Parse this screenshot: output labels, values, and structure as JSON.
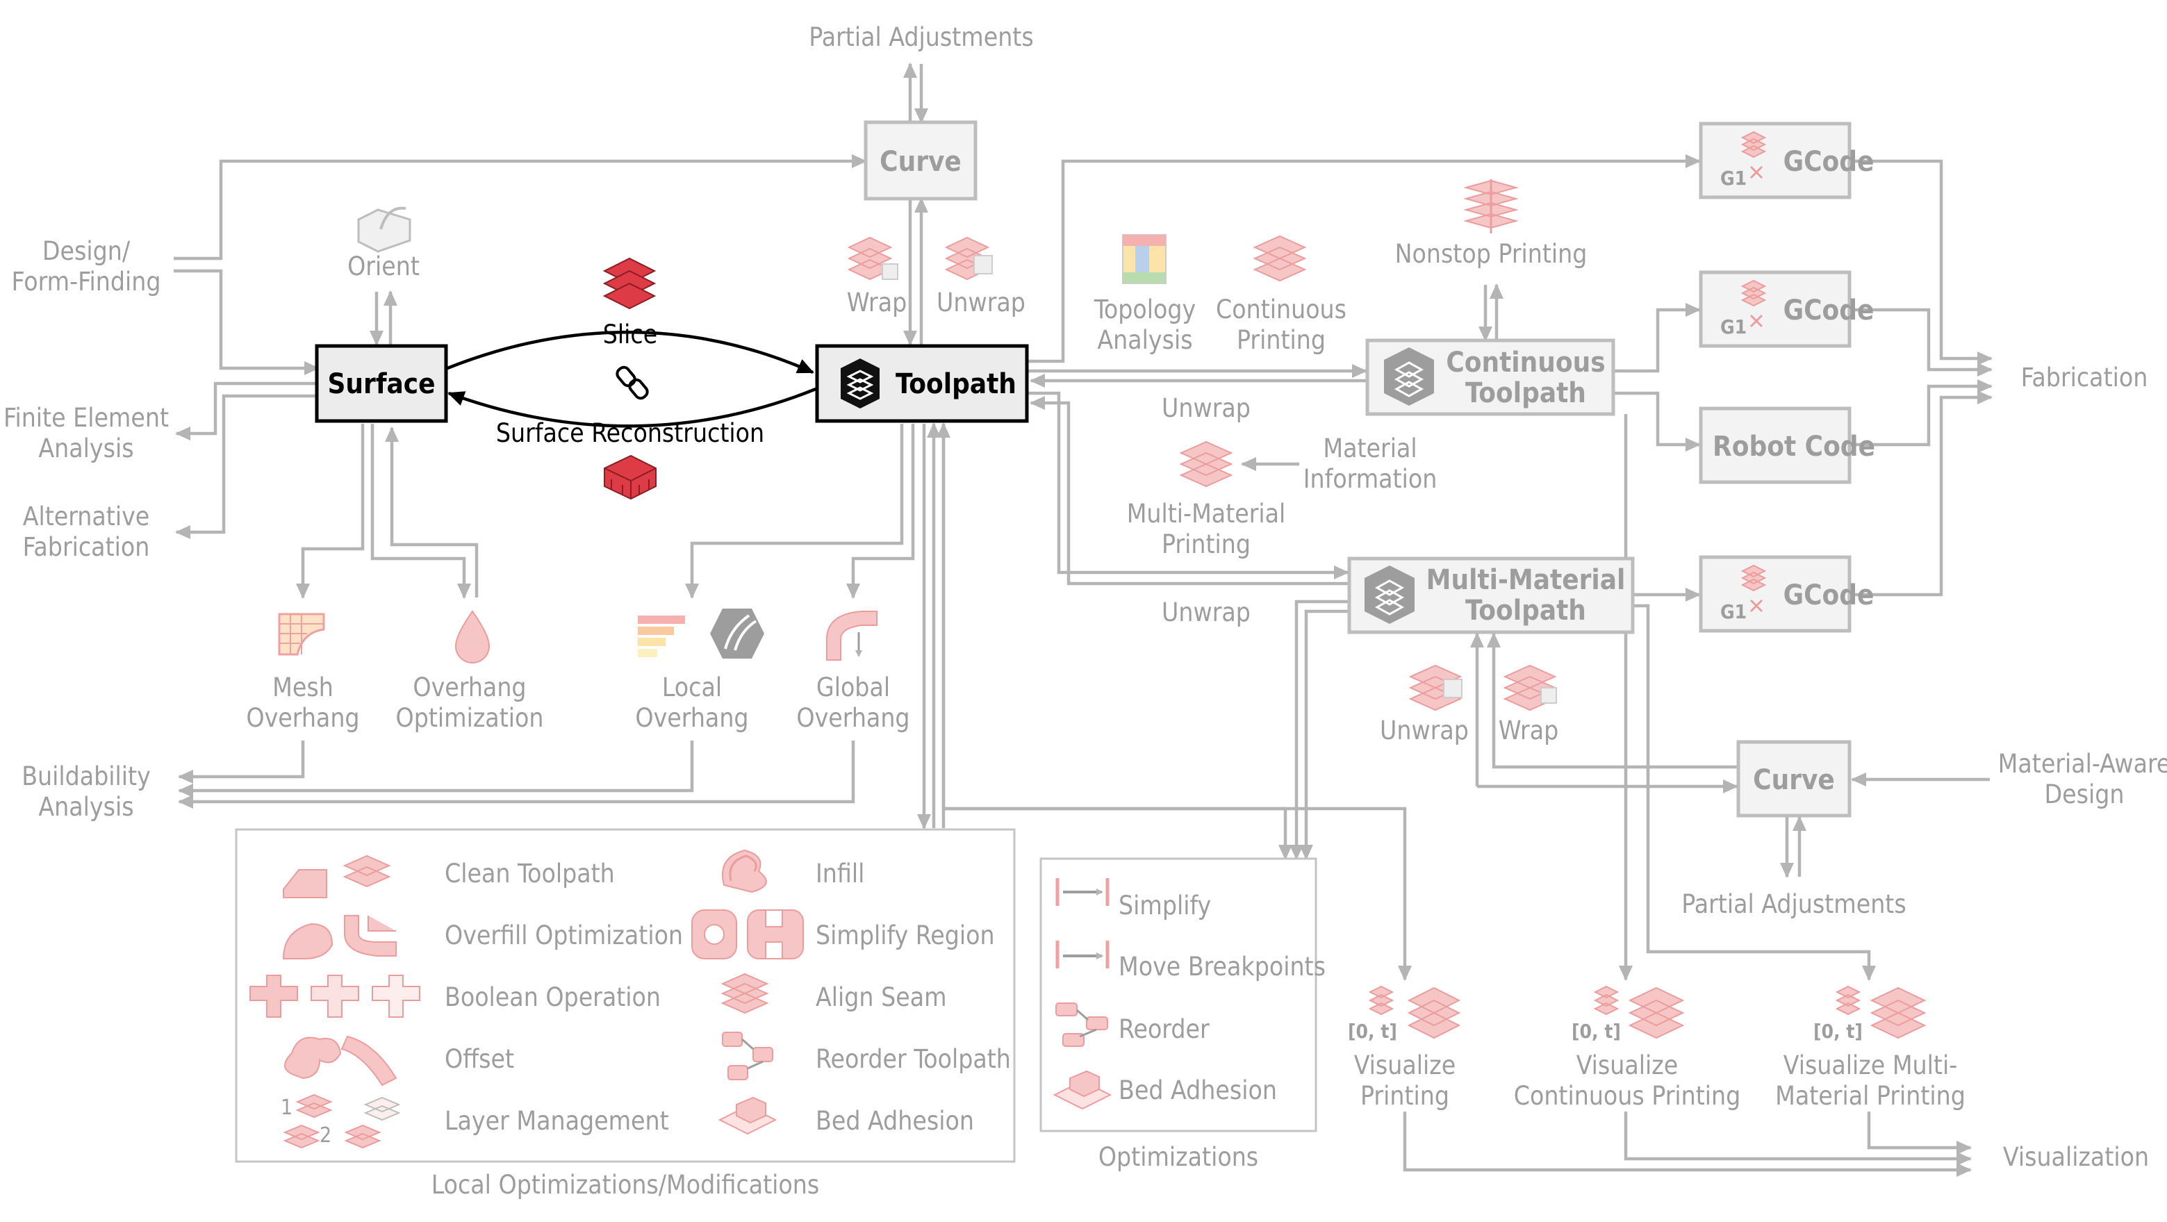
{
  "colors": {
    "line": "#b4b4b4",
    "text_gray": "#9d9d9d",
    "highlight": "#000000",
    "icon_pink": "#f6c6c6",
    "icon_red": "#dd3b45"
  },
  "nodes": {
    "surface": "Surface",
    "toolpath": "Toolpath",
    "curve_top": "Curve",
    "curve_bottom": "Curve",
    "continuous_toolpath": [
      "Continuous",
      "Toolpath"
    ],
    "multi_material_toolpath": [
      "Multi-Material",
      "Toolpath"
    ],
    "gcode_1": "GCode",
    "gcode_2": "GCode",
    "gcode_3": "GCode",
    "robot_code": "Robot Code",
    "g1_tag": "G1"
  },
  "labels": {
    "partial_adjustments_top": "Partial Adjustments",
    "design": [
      "Design/",
      "Form-Finding"
    ],
    "orient": "Orient",
    "slice": "Slice",
    "surface_reconstruction": "Surface Reconstruction",
    "wrap_top": "Wrap",
    "unwrap_top": "Unwrap",
    "topology_analysis": [
      "Topology",
      "Analysis"
    ],
    "continuous_printing": [
      "Continuous",
      "Printing"
    ],
    "nonstop_printing": "Nonstop Printing",
    "fea": [
      "Finite Element",
      "Analysis"
    ],
    "alt_fab": [
      "Alternative",
      "Fabrication"
    ],
    "unwrap_mid": "Unwrap",
    "material_information": [
      "Material",
      "Information"
    ],
    "multi_material_printing": [
      "Multi-Material",
      "Printing"
    ],
    "unwrap_low": "Unwrap",
    "fabrication": "Fabrication",
    "mesh_overhang": [
      "Mesh",
      "Overhang"
    ],
    "overhang_optimization": [
      "Overhang",
      "Optimization"
    ],
    "local_overhang": [
      "Local",
      "Overhang"
    ],
    "global_overhang": [
      "Global",
      "Overhang"
    ],
    "unwrap_right": "Unwrap",
    "wrap_right": "Wrap",
    "buildability": [
      "Buildability",
      "Analysis"
    ],
    "material_aware_design": [
      "Material-Aware",
      "Design"
    ],
    "partial_adjustments_bottom": "Partial Adjustments",
    "visualize_printing": [
      "Visualize",
      "Printing"
    ],
    "visualize_continuous": [
      "Visualize",
      "Continuous Printing"
    ],
    "visualize_multi": [
      "Visualize Multi-",
      "Material Printing"
    ],
    "visualization": "Visualization",
    "time_tag": "[0, t]",
    "local_opt_caption": "Local Optimizations/Modifications",
    "optimizations_caption": "Optimizations"
  },
  "local_ops_left": [
    "Clean Toolpath",
    "Overfill Optimization",
    "Boolean Operation",
    "Offset",
    "Layer Management"
  ],
  "local_ops_right": [
    "Infill",
    "Simplify Region",
    "Align Seam",
    "Reorder Toolpath",
    "Bed Adhesion"
  ],
  "optimizations": [
    "Simplify",
    "Move Breakpoints",
    "Reorder",
    "Bed Adhesion"
  ],
  "layer_numbers": [
    "1",
    "2"
  ],
  "icons": [
    "orient-icon",
    "slice-icon",
    "link-icon",
    "reconstruction-icon",
    "wrap-icon",
    "unwrap-icon",
    "topology-icon",
    "continuous-printing-icon",
    "nonstop-icon",
    "material-info-icon",
    "layers-icon",
    "gcode-icon",
    "mesh-overhang-icon",
    "overhang-drop-icon",
    "local-overhang-icon",
    "global-overhang-icon",
    "visualize-icon"
  ]
}
